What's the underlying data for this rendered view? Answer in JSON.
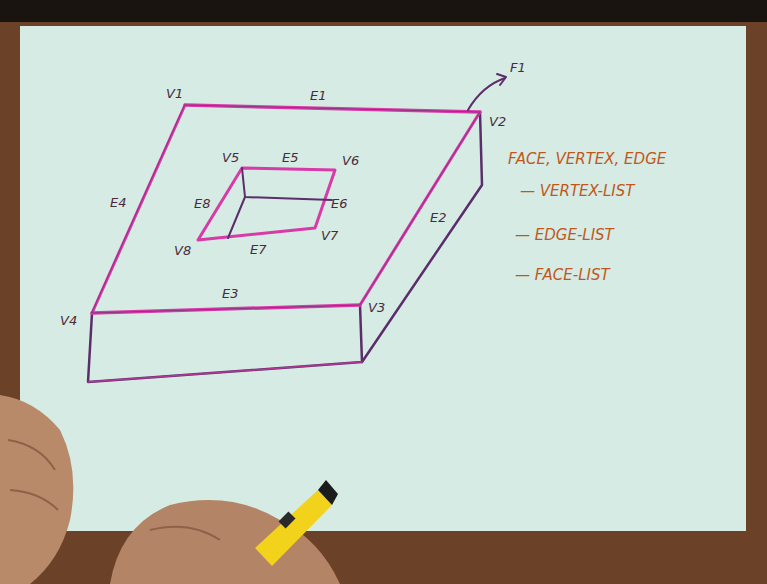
{
  "diagram": {
    "labels": [
      "V1",
      "E1",
      "F1",
      "V2",
      "V5",
      "E5",
      "V6",
      "E8",
      "E6",
      "E4",
      "E2",
      "V8",
      "E7",
      "V7",
      "V4",
      "E3",
      "V3",
      "FACE, VERTEX, EDGE",
      "— VERTEX-LIST",
      "— EDGE-LIST",
      "— FACE-LIST"
    ]
  }
}
